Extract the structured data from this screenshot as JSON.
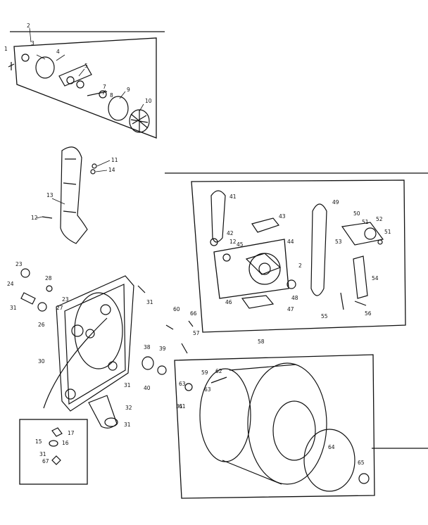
{
  "labels": [
    {
      "id": "1",
      "text": "1"
    },
    {
      "id": "2",
      "text": "2"
    },
    {
      "id": "3",
      "text": "3"
    },
    {
      "id": "4",
      "text": "4"
    },
    {
      "id": "5",
      "text": "5"
    },
    {
      "id": "7",
      "text": "7"
    },
    {
      "id": "8",
      "text": "8"
    },
    {
      "id": "9",
      "text": "9"
    },
    {
      "id": "10",
      "text": "10"
    },
    {
      "id": "11",
      "text": "11"
    },
    {
      "id": "12",
      "text": "12"
    },
    {
      "id": "13",
      "text": "13"
    },
    {
      "id": "14",
      "text": "14"
    },
    {
      "id": "15",
      "text": "15"
    },
    {
      "id": "16",
      "text": "16"
    },
    {
      "id": "17",
      "text": "17"
    },
    {
      "id": "23a",
      "text": "23"
    },
    {
      "id": "23b",
      "text": "23"
    },
    {
      "id": "24",
      "text": "24"
    },
    {
      "id": "26",
      "text": "26"
    },
    {
      "id": "27",
      "text": "27"
    },
    {
      "id": "28",
      "text": "28"
    },
    {
      "id": "30",
      "text": "30"
    },
    {
      "id": "31a",
      "text": "31"
    },
    {
      "id": "31b",
      "text": "31"
    },
    {
      "id": "31c",
      "text": "31"
    },
    {
      "id": "31d",
      "text": "31"
    },
    {
      "id": "31e",
      "text": "31"
    },
    {
      "id": "31f",
      "text": "31"
    },
    {
      "id": "32",
      "text": "32"
    },
    {
      "id": "38",
      "text": "38"
    },
    {
      "id": "39",
      "text": "39"
    },
    {
      "id": "40",
      "text": "40"
    },
    {
      "id": "41",
      "text": "41"
    },
    {
      "id": "42",
      "text": "42"
    },
    {
      "id": "43",
      "text": "43"
    },
    {
      "id": "44",
      "text": "44"
    },
    {
      "id": "45",
      "text": "45"
    },
    {
      "id": "46",
      "text": "46"
    },
    {
      "id": "47",
      "text": "47"
    },
    {
      "id": "48",
      "text": "48"
    },
    {
      "id": "49",
      "text": "49"
    },
    {
      "id": "50",
      "text": "50"
    },
    {
      "id": "51a",
      "text": "51"
    },
    {
      "id": "51b",
      "text": "51"
    },
    {
      "id": "52",
      "text": "52"
    },
    {
      "id": "53",
      "text": "53"
    },
    {
      "id": "54",
      "text": "54"
    },
    {
      "id": "55",
      "text": "55"
    },
    {
      "id": "56",
      "text": "56"
    },
    {
      "id": "57",
      "text": "57"
    },
    {
      "id": "58",
      "text": "58"
    },
    {
      "id": "59",
      "text": "59"
    },
    {
      "id": "60",
      "text": "60"
    },
    {
      "id": "61",
      "text": "61"
    },
    {
      "id": "62",
      "text": "62"
    },
    {
      "id": "63a",
      "text": "63"
    },
    {
      "id": "63b",
      "text": "63"
    },
    {
      "id": "64",
      "text": "64"
    },
    {
      "id": "65",
      "text": "65"
    },
    {
      "id": "66",
      "text": "66"
    },
    {
      "id": "67",
      "text": "67"
    },
    {
      "id": "2b",
      "text": "2"
    },
    {
      "id": "12b",
      "text": "12"
    }
  ]
}
